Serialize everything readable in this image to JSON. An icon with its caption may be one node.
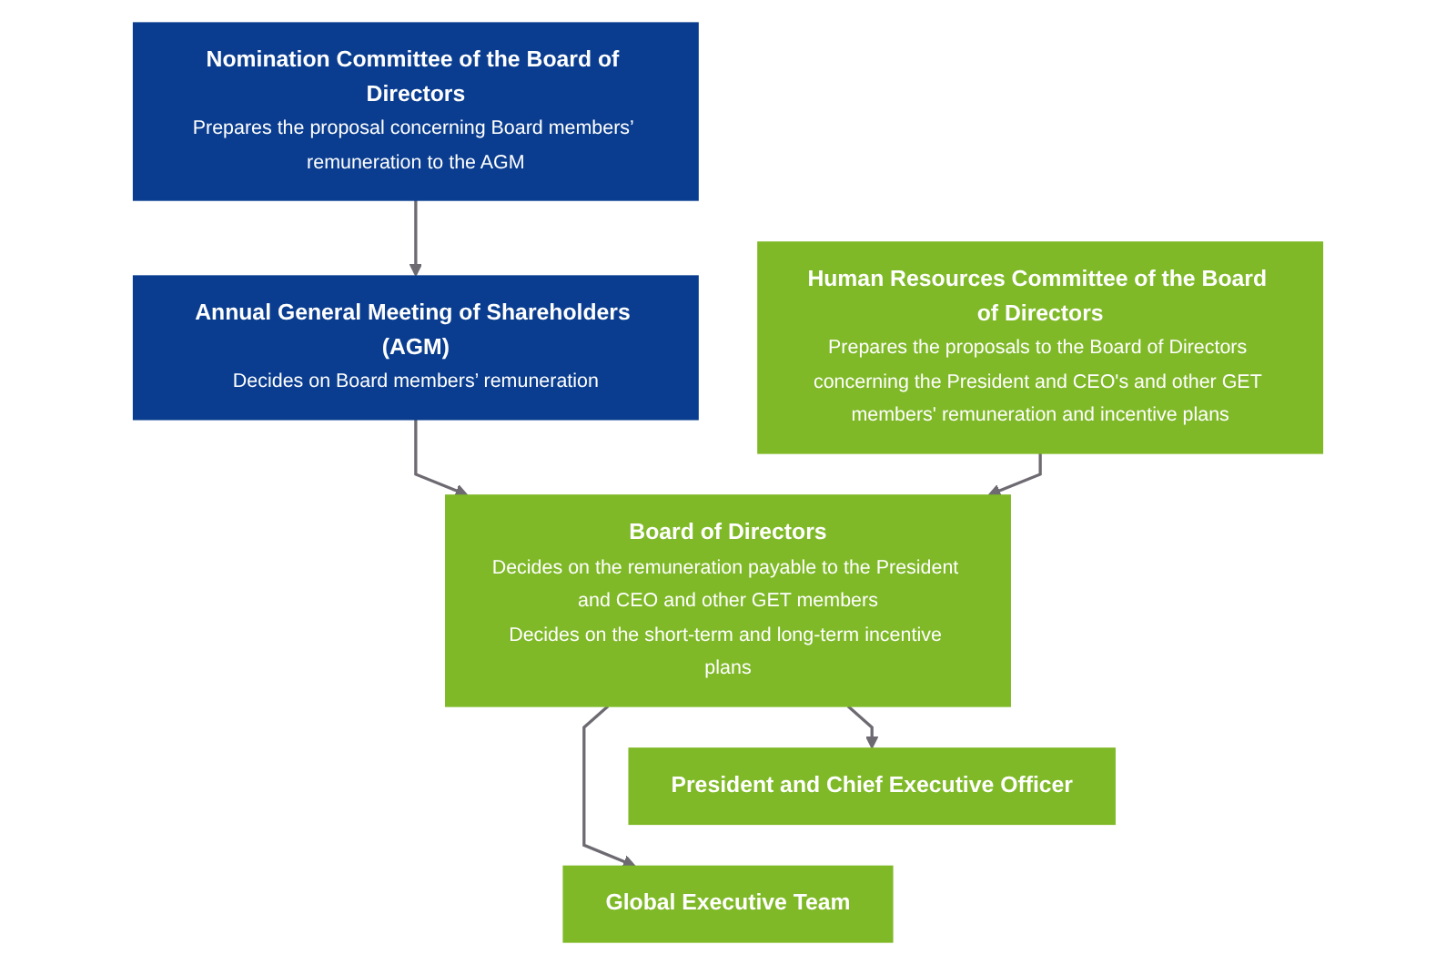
{
  "diagram": {
    "nodes": [
      {
        "text": [
          "Nomination Committee of the Board of Directors",
          "Prepares the proposal concerning Board members’ remuneration to the AGM"
        ]
      },
      {
        "text": [
          "Annual General Meeting of Shareholders (AGM)",
          "Decides on Board members’ remuneration"
        ]
      },
      {
        "text": [
          "Board of Directors",
          "Decides on the remuneration payable to the President and CEO and other GET members",
          "Decides on the short-term and long-term incentive plans"
        ]
      },
      {
        "text": [
          "Human Resources Committee of the Board of Directors",
          "Prepares the proposals to the Board of Directors concerning the President and CEO's and other GET members' remuneration and incentive plans"
        ]
      },
      {
        "text": [
          "President and Chief Executive Officer"
        ]
      },
      {
        "text": [
          "Global Executive Team"
        ]
      }
    ],
    "edges": [
      {
        "from": 0,
        "to": 1,
        "arrow": "to"
      },
      {
        "from": 1,
        "to": 2,
        "arrow": "to"
      },
      {
        "from": 3,
        "to": 2,
        "arrow": "to"
      },
      {
        "from": 2,
        "to": 4,
        "arrow": "to"
      },
      {
        "from": 2,
        "to": 5,
        "arrow": "to"
      }
    ]
  }
}
